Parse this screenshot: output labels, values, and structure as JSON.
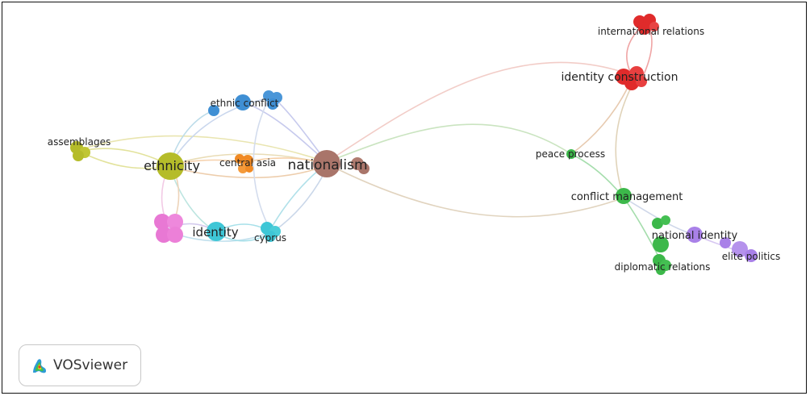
{
  "app": {
    "logo_text": "VOSviewer",
    "logo_icon": "vosviewer-density-logo-icon"
  },
  "network": {
    "clusters": {
      "red": "#e02b2b",
      "blue": "#3f8fd4",
      "olive": "#b5bc2a",
      "brown": "#a9756a",
      "orange": "#f08a24",
      "pink": "#e878d4",
      "cyan": "#3ec6d6",
      "green": "#3cb84a",
      "purple": "#a981e8"
    },
    "labels": {
      "nationalism": "nationalism",
      "ethnicity": "ethnicity",
      "identity": "identity",
      "ethnic_conflict": "ethnic conflict",
      "central_asia": "central asia",
      "assemblages": "assemblages",
      "cyprus": "cyprus",
      "identity_construction": "identity construction",
      "international_relations": "international relations",
      "peace_process": "peace process",
      "conflict_management": "conflict management",
      "national_identity": "national identity",
      "diplomatic_relations": "diplomatic relations",
      "elite_politics": "elite politics"
    }
  }
}
